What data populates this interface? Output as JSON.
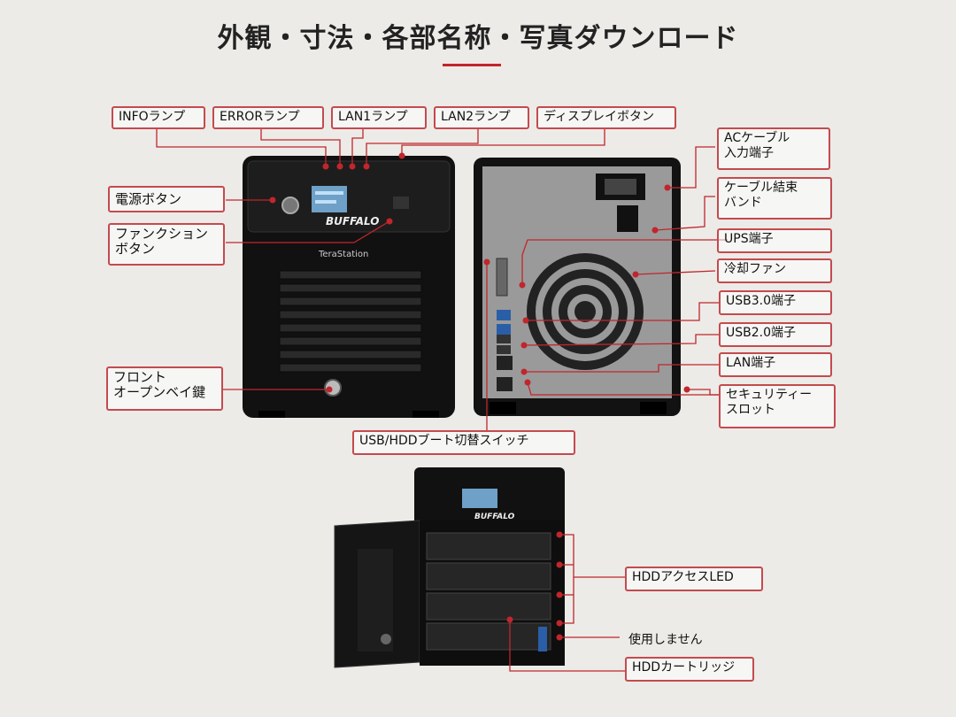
{
  "title": "外観・寸法・各部名称・写真ダウンロード",
  "front_unit": {
    "brand": "BUFFALO",
    "model": "TeraStation"
  },
  "open_unit": {
    "brand": "BUFFALO"
  },
  "callouts": {
    "info_lamp": "INFOランプ",
    "error_lamp": "ERRORランプ",
    "lan1_lamp": "LAN1ランプ",
    "lan2_lamp": "LAN2ランプ",
    "display_button": "ディスプレイボタン",
    "power_button": "電源ボタン",
    "function_button": "ファンクション\nボタン",
    "front_open_key": "フロント\nオープンベイ鍵",
    "ac_cable_port": "ACケーブル\n入力端子",
    "cable_band": "ケーブル結束\nバンド",
    "ups_port": "UPS端子",
    "cooling_fan": "冷却ファン",
    "usb30_port": "USB3.0端子",
    "usb20_port": "USB2.0端子",
    "lan_port": "LAN端子",
    "security_slot": "セキュリティー\nスロット",
    "usb_hdd_boot_switch": "USB/HDDブート切替スイッチ",
    "hdd_access_led": "HDDアクセスLED",
    "not_used": "使用しません",
    "hdd_cartridge": "HDDカートリッジ"
  },
  "colors": {
    "accent": "#c0262c",
    "callout_border": "#c44a4f",
    "device": "#141414"
  }
}
